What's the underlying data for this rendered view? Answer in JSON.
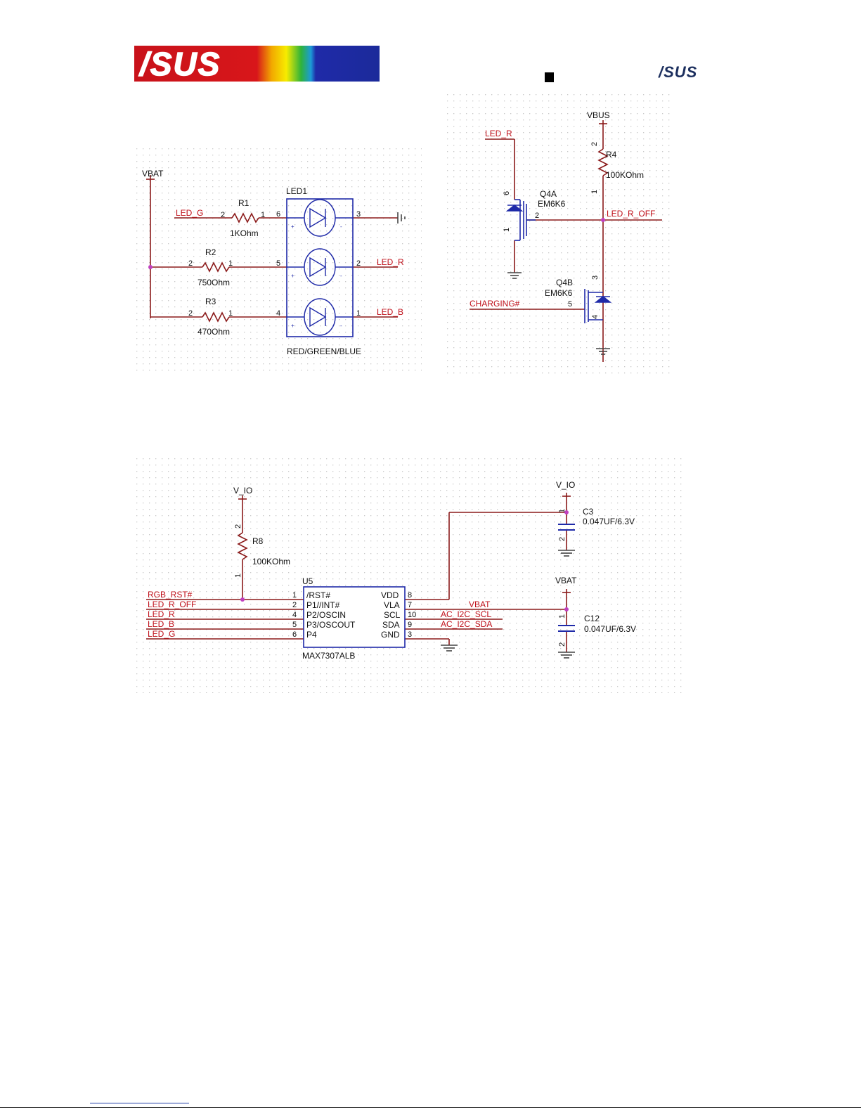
{
  "header": {
    "brand_logo": "ASUS",
    "brand_logo_small": "ASUS",
    "marker": "square-bullet"
  },
  "colors": {
    "wire": "#8b1a1a",
    "net_label": "#c0101a",
    "text": "#111111",
    "junction": "#c040c0",
    "grid_dot": "#c9c9c9"
  },
  "led_circuit": {
    "vbat": "VBAT",
    "led_g_net": "LED_G",
    "led_r_net": "LED_R",
    "led_b_net": "LED_B",
    "r1": {
      "ref": "R1",
      "value": "1KOhm",
      "pin_a": "2",
      "pin_b": "1"
    },
    "r2": {
      "ref": "R2",
      "value": "750Ohm",
      "pin_a": "2",
      "pin_b": "1"
    },
    "r3": {
      "ref": "R3",
      "value": "470Ohm",
      "pin_a": "2",
      "pin_b": "1"
    },
    "led": {
      "ref": "LED1",
      "caption": "RED/GREEN/BLUE",
      "pins_left": [
        "6",
        "5",
        "4"
      ],
      "pins_right": [
        "3",
        "2",
        "1"
      ]
    }
  },
  "charge_circuit": {
    "vbus": "VBUS",
    "led_r": "LED_R",
    "r4": {
      "ref": "R4",
      "value": "100KOhm",
      "pin_top": "2",
      "pin_bottom": "1"
    },
    "q4a": {
      "ref": "Q4A",
      "part": "EM6K6",
      "pin_d": "6",
      "pin_g": "2",
      "pin_s": "1"
    },
    "q4b": {
      "ref": "Q4B",
      "part": "EM6K6",
      "pin_d": "3",
      "pin_g": "5",
      "pin_s": "4"
    },
    "led_r_off": "LED_R_OFF",
    "charging": "CHARGING#"
  },
  "expander_circuit": {
    "vio_left": "V_IO",
    "vio_right": "V_IO",
    "vbat_right": "VBAT",
    "r8": {
      "ref": "R8",
      "value": "100KOhm",
      "pin_top": "2",
      "pin_bottom": "1"
    },
    "u5": {
      "ref": "U5",
      "part": "MAX7307ALB",
      "left_pins": [
        {
          "num": "1",
          "name": "/RST#",
          "net": "RGB_RST#"
        },
        {
          "num": "2",
          "name": "P1//INT#",
          "net": "LED_R_OFF"
        },
        {
          "num": "4",
          "name": "P2/OSCIN",
          "net": "LED_R"
        },
        {
          "num": "5",
          "name": "P3/OSCOUT",
          "net": "LED_B"
        },
        {
          "num": "6",
          "name": "P4",
          "net": "LED_G"
        }
      ],
      "right_pins": [
        {
          "num": "8",
          "name": "VDD"
        },
        {
          "num": "7",
          "name": "VLA"
        },
        {
          "num": "10",
          "name": "SCL"
        },
        {
          "num": "9",
          "name": "SDA"
        },
        {
          "num": "3",
          "name": "GND"
        }
      ]
    },
    "right_nets": {
      "vbat": "VBAT",
      "scl": "AC_I2C_SCL",
      "sda": "AC_I2C_SDA"
    },
    "c3": {
      "ref": "C3",
      "value": "0.047UF/6.3V",
      "pin_top": "1",
      "pin_bottom": "2"
    },
    "c12": {
      "ref": "C12",
      "value": "0.047UF/6.3V",
      "pin_top": "1",
      "pin_bottom": "2"
    }
  }
}
